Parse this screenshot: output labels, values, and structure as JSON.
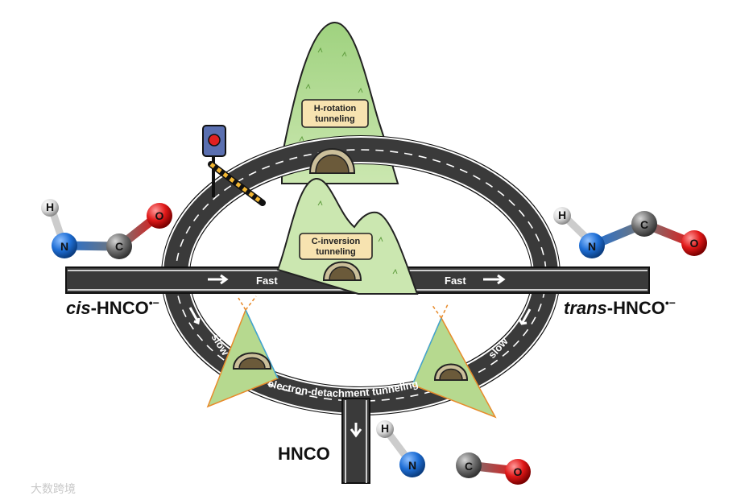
{
  "labels": {
    "h_rotation": [
      "H-rotation",
      "tunneling"
    ],
    "c_inversion": [
      "C-inversion",
      "tunneling"
    ],
    "fast_left": "Fast",
    "fast_right": "Fast",
    "slow_left": "slow",
    "slow_right": "slow",
    "electron_detachment": "electron-detachment tunneling",
    "cis_prefix": "cis",
    "cis_suffix": "-HNCO",
    "trans_prefix": "trans",
    "trans_suffix": "-HNCO",
    "anion_mark": "•−",
    "hnco": "HNCO",
    "watermark": "大数跨境"
  },
  "atoms": {
    "h": "H",
    "n": "N",
    "c": "C",
    "o": "O"
  },
  "colors": {
    "road": "#3a3a3a",
    "mountain": "#a8d68a",
    "mountain_light": "#cde8b3",
    "sign_bg": "#f7e3b0",
    "nitrogen": "#1f6fd6",
    "carbon": "#666666",
    "oxygen": "#e01818",
    "hydrogen": "#dddddd"
  }
}
